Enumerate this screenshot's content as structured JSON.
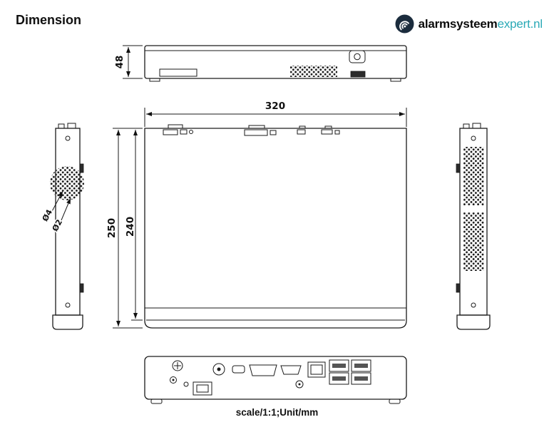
{
  "header": {
    "title": "Dimension"
  },
  "logo": {
    "brand_bold": "alarmsysteem",
    "brand_accent": "expert",
    "brand_tld": ".nl",
    "accent_color": "#2aa9b6",
    "icon_color": "#1b2c3d"
  },
  "dimensions": {
    "front_height": "48",
    "width": "320",
    "depth_outer": "250",
    "depth_inner": "240",
    "hole_outer": "Ø4",
    "hole_inner": "Ø2"
  },
  "footer": {
    "scale_note": "scale/1:1;Unit/mm"
  }
}
